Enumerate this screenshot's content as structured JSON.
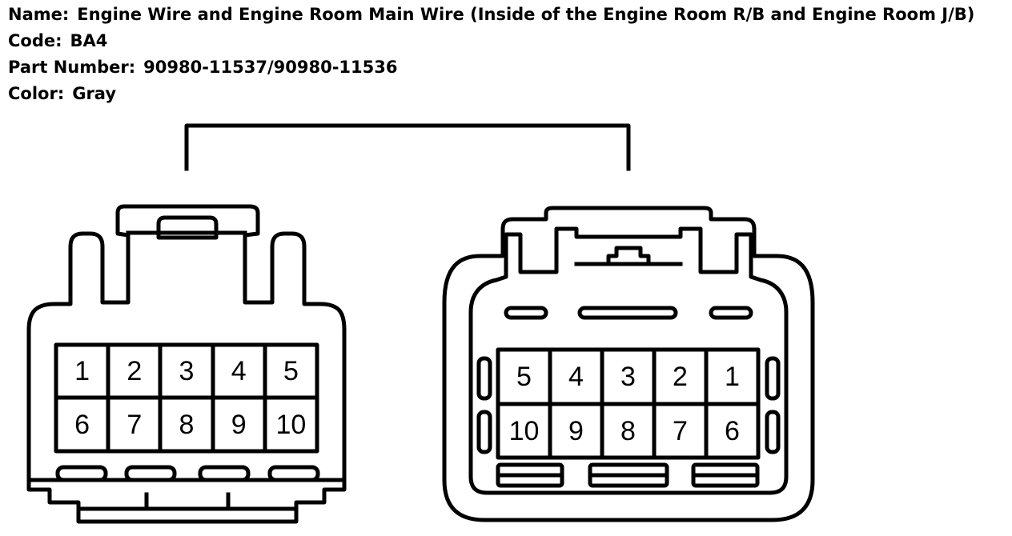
{
  "info": {
    "name_label": "Name:",
    "name_value": "Engine Wire and Engine Room Main Wire (Inside of the Engine Room R/B and Engine Room J/B)",
    "code_label": "Code:",
    "code_value": "BA4",
    "part_label": "Part Number:",
    "part_value": "90980-11537/90980-11536",
    "color_label": "Color:",
    "color_value": "Gray"
  },
  "left_connector": {
    "pins_top": [
      "1",
      "2",
      "3",
      "4",
      "5"
    ],
    "pins_bottom": [
      "6",
      "7",
      "8",
      "9",
      "10"
    ]
  },
  "right_connector": {
    "pins_top": [
      "5",
      "4",
      "3",
      "2",
      "1"
    ],
    "pins_bottom": [
      "10",
      "9",
      "8",
      "7",
      "6"
    ]
  },
  "colors": {
    "line": "#000000",
    "background": "#ffffff"
  }
}
